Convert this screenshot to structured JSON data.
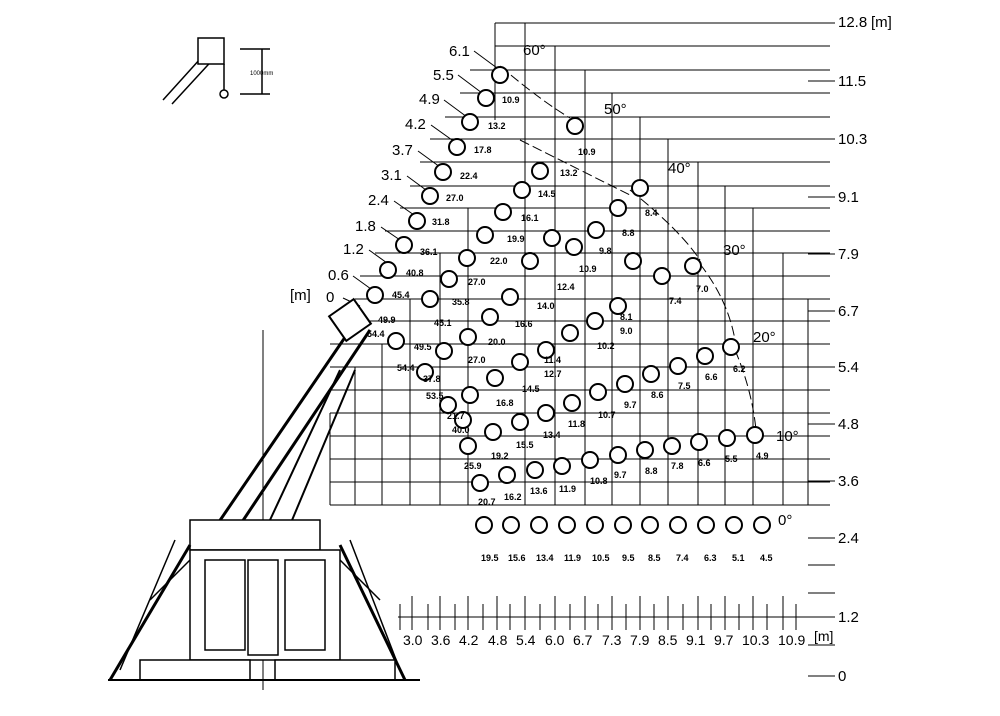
{
  "units": {
    "right": "[m]",
    "left": "[m]",
    "bottom": "[m]",
    "hook_height": "1000mm"
  },
  "right_height_labels": [
    "12.8",
    "11.5",
    "10.3",
    "9.1",
    "7.9",
    "6.7",
    "5.4",
    "4.8",
    "3.6",
    "2.4",
    "1.2",
    "0"
  ],
  "bottom_radius_labels": [
    "3.0",
    "3.6",
    "4.2",
    "4.8",
    "5.4",
    "6.0",
    "6.7",
    "7.3",
    "7.9",
    "8.5",
    "9.1",
    "9.7",
    "10.3",
    "10.9"
  ],
  "left_lengths": [
    "6.1",
    "5.5",
    "4.9",
    "4.2",
    "3.7",
    "3.1",
    "2.4",
    "1.8",
    "1.2",
    "0.6",
    "0"
  ],
  "angle_labels": [
    "60°",
    "50°",
    "40°",
    "30°",
    "20°",
    "10°",
    "0°"
  ],
  "load_labels": [
    {
      "text": "10.9"
    },
    {
      "text": "13.2"
    },
    {
      "text": "17.8"
    },
    {
      "text": "22.4"
    },
    {
      "text": "27.0"
    },
    {
      "text": "31.8"
    },
    {
      "text": "36.1"
    },
    {
      "text": "40.8"
    },
    {
      "text": "45.4"
    },
    {
      "text": "49.9"
    },
    {
      "text": "54.4"
    },
    {
      "text": "45.1"
    },
    {
      "text": "49.5"
    },
    {
      "text": "54.4"
    },
    {
      "text": "35.8"
    },
    {
      "text": "37.8"
    },
    {
      "text": "53.5"
    },
    {
      "text": "27.0"
    },
    {
      "text": "21.7"
    },
    {
      "text": "40.0"
    },
    {
      "text": "22.0"
    },
    {
      "text": "20.0"
    },
    {
      "text": "27.0"
    },
    {
      "text": "19.2"
    },
    {
      "text": "25.9"
    },
    {
      "text": "19.9"
    },
    {
      "text": "16.6"
    },
    {
      "text": "16.8"
    },
    {
      "text": "20.7"
    },
    {
      "text": "16.1"
    },
    {
      "text": "14.0"
    },
    {
      "text": "14.5"
    },
    {
      "text": "15.5"
    },
    {
      "text": "16.2"
    },
    {
      "text": "14.5"
    },
    {
      "text": "12.4"
    },
    {
      "text": "12.7"
    },
    {
      "text": "13.4"
    },
    {
      "text": "13.6"
    },
    {
      "text": "10.9"
    },
    {
      "text": "13.2"
    },
    {
      "text": "10.9"
    },
    {
      "text": "11.4"
    },
    {
      "text": "11.8"
    },
    {
      "text": "11.9"
    },
    {
      "text": "9.8"
    },
    {
      "text": "10.2"
    },
    {
      "text": "10.7"
    },
    {
      "text": "10.8"
    },
    {
      "text": "8.8"
    },
    {
      "text": "8.1"
    },
    {
      "text": "9.0"
    },
    {
      "text": "9.7"
    },
    {
      "text": "9.7"
    },
    {
      "text": "8.4"
    },
    {
      "text": "7.4"
    },
    {
      "text": "8.6"
    },
    {
      "text": "8.8"
    },
    {
      "text": "7.0"
    },
    {
      "text": "7.5"
    },
    {
      "text": "7.8"
    },
    {
      "text": "6.6"
    },
    {
      "text": "6.2"
    },
    {
      "text": "6.6"
    },
    {
      "text": "5.5"
    },
    {
      "text": "4.9"
    },
    {
      "text": "19.5"
    },
    {
      "text": "15.6"
    },
    {
      "text": "13.4"
    },
    {
      "text": "11.9"
    },
    {
      "text": "10.5"
    },
    {
      "text": "9.5"
    },
    {
      "text": "8.5"
    },
    {
      "text": "7.4"
    },
    {
      "text": "6.3"
    },
    {
      "text": "5.1"
    },
    {
      "text": "4.5"
    }
  ]
}
